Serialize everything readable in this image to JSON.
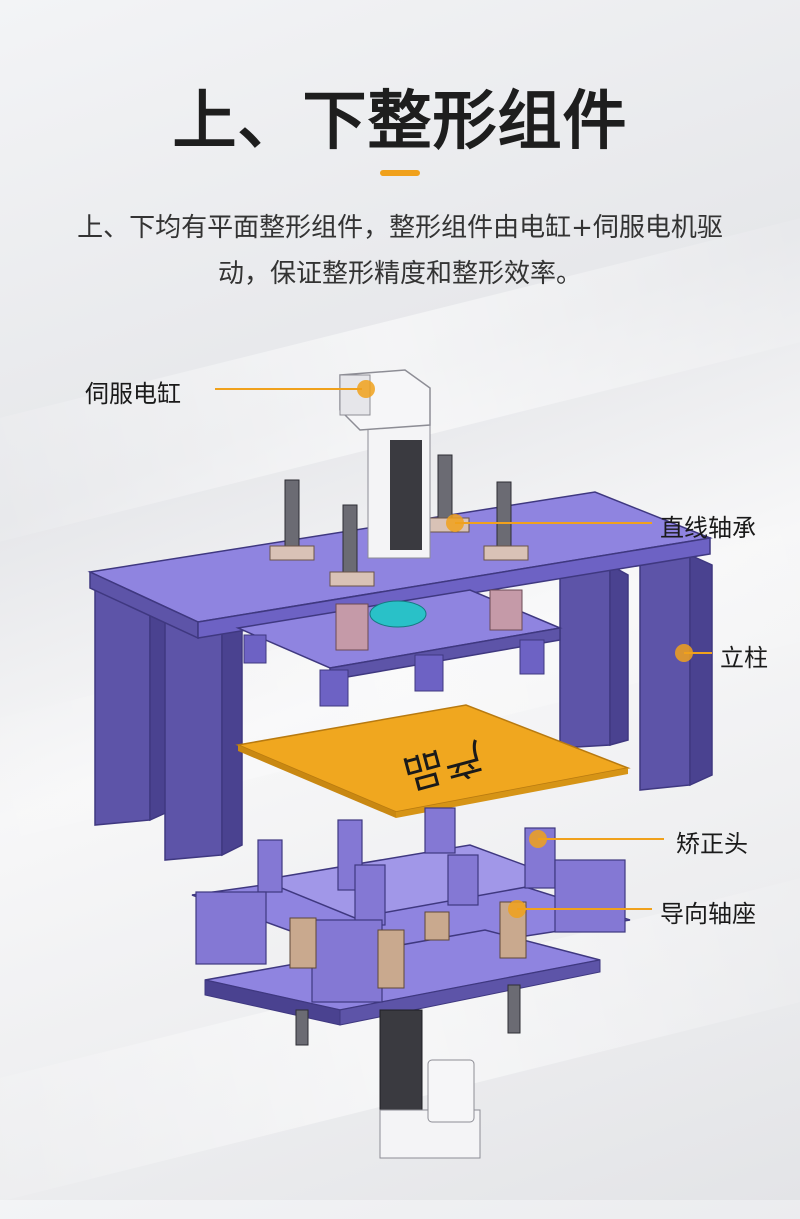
{
  "title": "上、下整形组件",
  "description": "上、下均有平面整形组件，整形组件由电缸+伺服电机驱动，保证整形精度和整形效率。",
  "accent_color": "#f0a11c",
  "callouts": {
    "servo_cylinder": "伺服电缸",
    "linear_bearing": "直线轴承",
    "column": "立柱",
    "correction_head": "矫正头",
    "guide_seat": "导向轴座"
  },
  "product_label": "产品",
  "machine_colors": {
    "frame": "#7b6fd6",
    "product": "#f0a71f",
    "coupling": "#29c1c8"
  }
}
